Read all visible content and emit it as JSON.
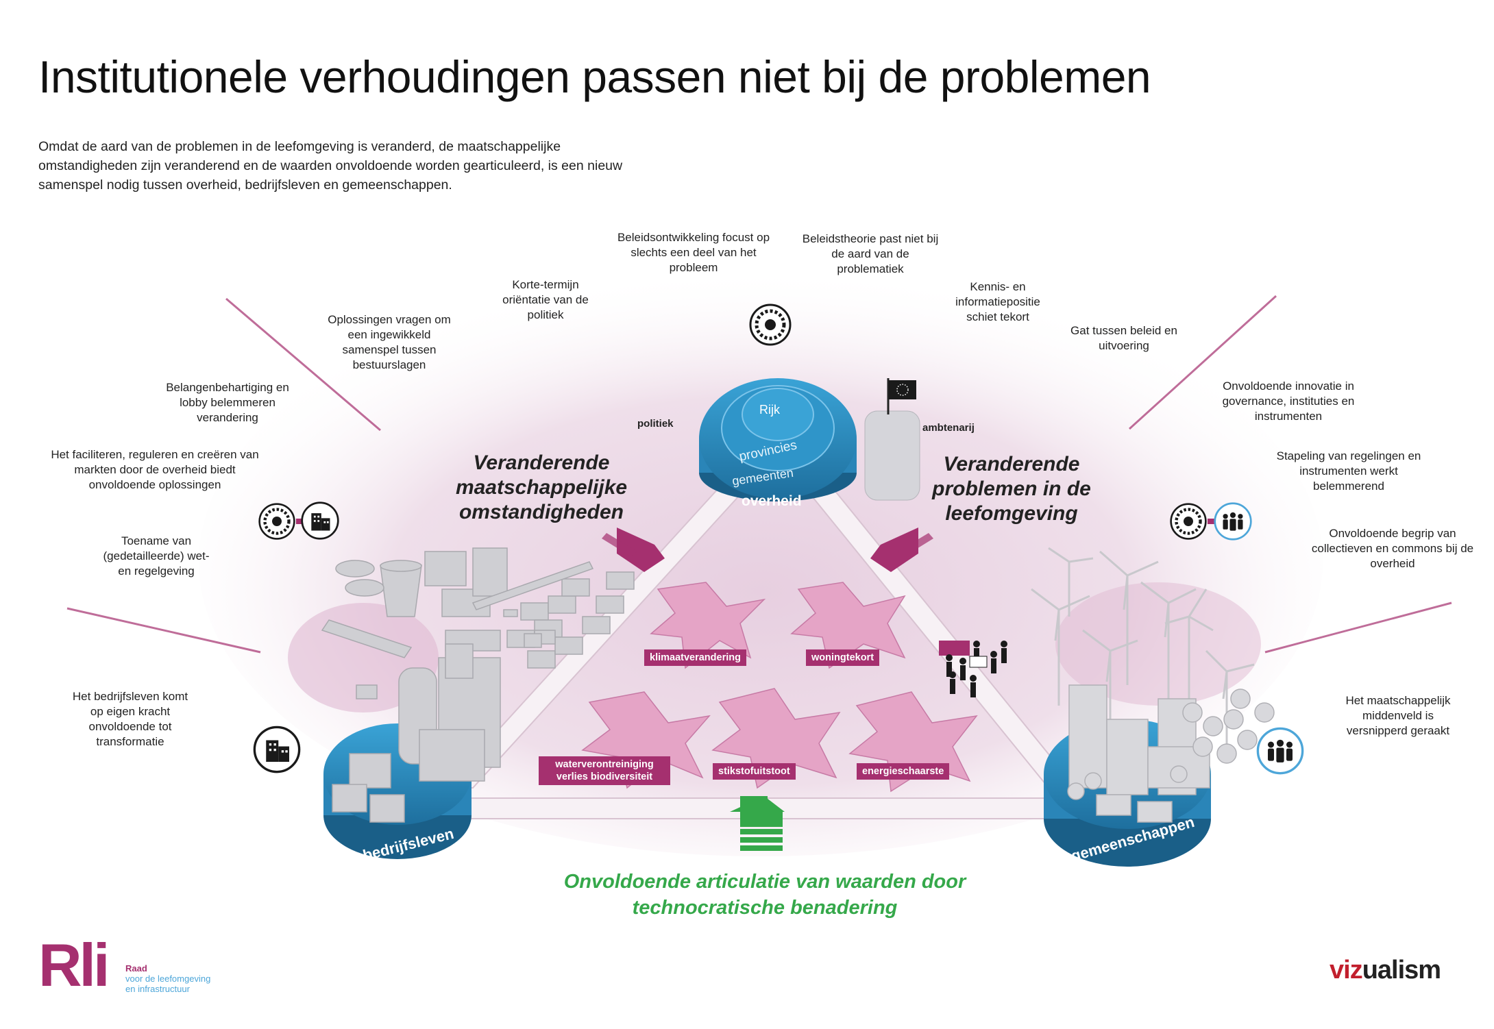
{
  "title": "Institutionele verhoudingen passen niet bij de problemen",
  "intro": "Omdat de aard van de problemen in de leefomgeving is veranderd, de maatschappelijke omstandigheden zijn veranderend en de waarden onvoldoende worden gearticuleerd, is een nieuw samenspel nodig tussen overheid, bedrijfsleven en gemeenschappen.",
  "left_labels": {
    "belangen": "Belangenbehartiging en lobby belemmeren verandering",
    "faciliteren": "Het faciliteren, reguleren en creëren van markten door de overheid biedt onvoldoende oplossingen",
    "toename": "Toename van (gedetailleerde) wet- en regelgeving",
    "bedrijfsleven_kracht": "Het bedrijfsleven komt op eigen kracht onvoldoende tot transformatie"
  },
  "top_labels": {
    "oplossingen": "Oplossingen vragen om een ingewikkeld samenspel tussen bestuurslagen",
    "korte_termijn": "Korte-termijn oriëntatie van de politiek",
    "beleidsontwikkeling": "Beleidsontwikkeling focust op slechts een deel van het probleem",
    "beleidstheorie": "Beleidstheorie past niet bij de aard van de problematiek",
    "kennis": "Kennis- en informatiepositie schiet tekort",
    "gat": "Gat tussen beleid en uitvoering"
  },
  "right_labels": {
    "innovatie": "Onvoldoende innovatie in governance, instituties en instrumenten",
    "stapeling": "Stapeling van regelingen en instrumenten werkt belemmerend",
    "begrip": "Onvoldoende begrip van collectieven en commons bij de overheid",
    "middenveld": "Het maatschappelijk middenveld is versnipperd geraakt"
  },
  "center": {
    "politiek": "politiek",
    "ambtenarij": "ambtenarij",
    "rijk": "Rijk",
    "provincies": "provincies",
    "gemeenten": "gemeenten",
    "overheid": "overheid",
    "bedrijfsleven": "bedrijfsleven",
    "gemeenschappen": "gemeenschappen",
    "left_heading": "Veranderende maatschappelijke omstandigheden",
    "right_heading": "Veranderende problemen in de leefomgeving",
    "bottom_heading": "Onvoldoende articulatie van waarden door technocratische benadering"
  },
  "problems": {
    "klimaat": "klimaatverandering",
    "woning": "woningtekort",
    "water": "waterverontreiniging verlies biodiversiteit",
    "stikstof": "stikstofuitstoot",
    "energie": "energieschaarste"
  },
  "logos": {
    "rli_mark": "Rli",
    "rli_line1": "Raad",
    "rli_line2": "voor de leefomgeving",
    "rli_line3": "en infrastructuur",
    "viz_v": "viz",
    "viz_rest": "ualism"
  },
  "colors": {
    "accent_magenta": "#a5306f",
    "disc_blue": "#2b8fc4",
    "green": "#35a84a",
    "haze_pink": "#ecd9e6"
  },
  "icons": [
    "stars-circle-icon",
    "building-icon",
    "people-group-icon",
    "arrow-icon",
    "eu-flag-icon"
  ]
}
